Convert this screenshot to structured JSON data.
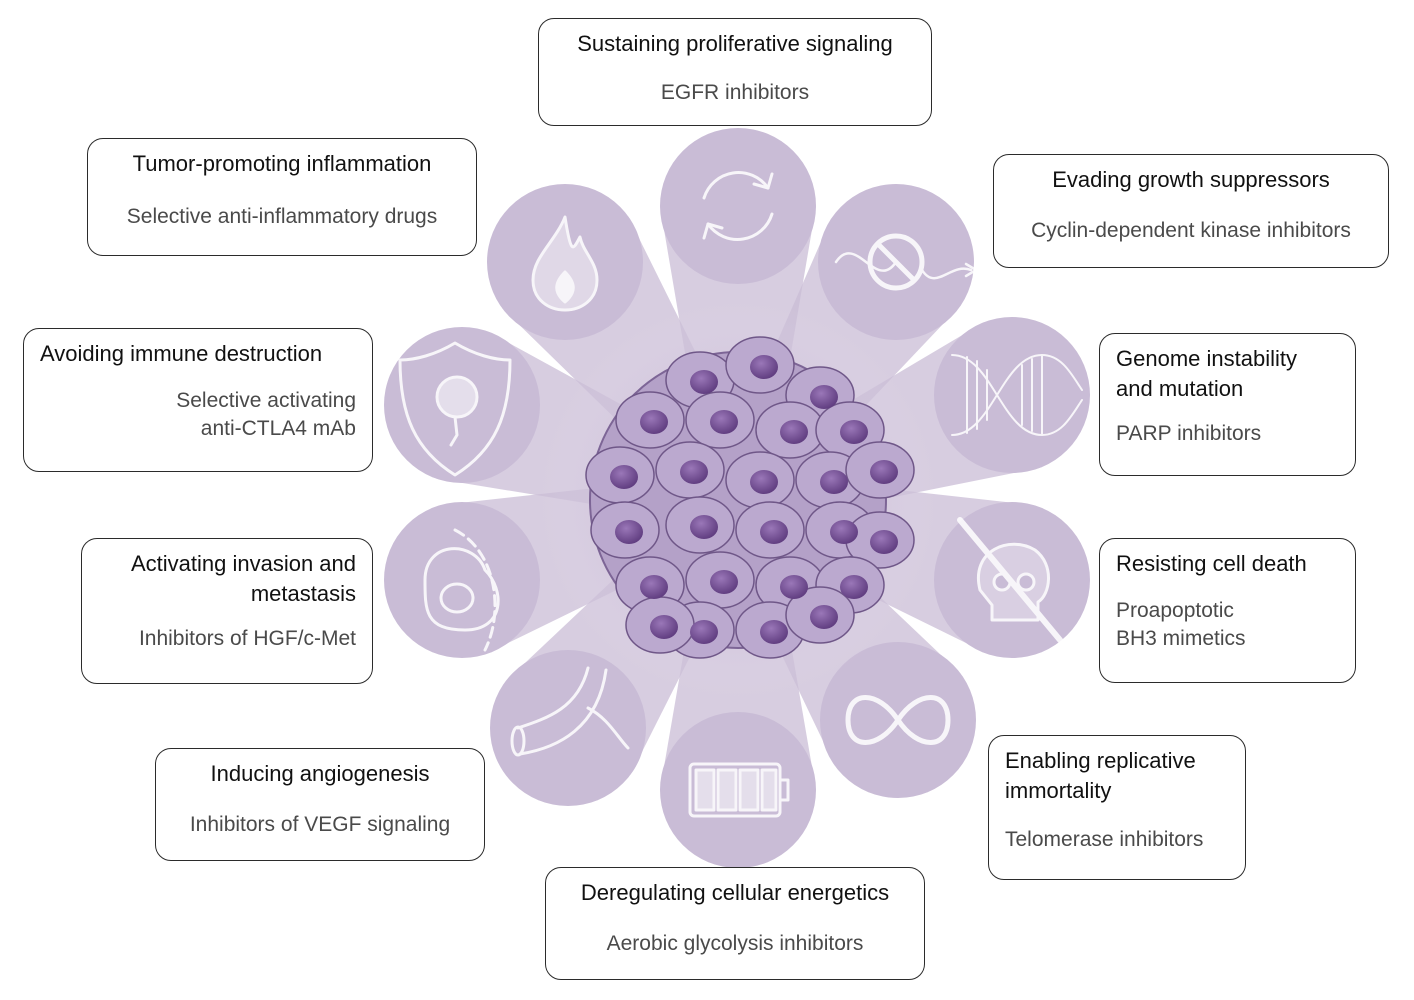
{
  "colors": {
    "petal": "#c9bcd6",
    "petal_fade": "#e9e3ef",
    "cell_body": "#b4a1c8",
    "nucleus": "#6e4a8f",
    "icon_stroke": "#ffffff",
    "border": "#2b2b2b"
  },
  "hallmarks": [
    {
      "title": "Sustaining proliferative signaling",
      "drug": "EGFR inhibitors",
      "icon": "cycle-arrows-icon"
    },
    {
      "title": "Evading growth suppressors",
      "drug": "Cyclin-dependent kinase inhibitors",
      "icon": "no-entry-icon"
    },
    {
      "title_lines": [
        "Genome instability",
        "and mutation"
      ],
      "drug": "PARP inhibitors",
      "icon": "dna-helix-icon"
    },
    {
      "title": "Resisting cell death",
      "drug_lines": [
        "Proapoptotic",
        "BH3 mimetics"
      ],
      "icon": "crossed-skull-icon"
    },
    {
      "title_lines": [
        "Enabling replicative",
        "immortality"
      ],
      "drug": "Telomerase inhibitors",
      "icon": "infinity-icon"
    },
    {
      "title": "Deregulating cellular energetics",
      "drug": "Aerobic glycolysis inhibitors",
      "icon": "battery-icon"
    },
    {
      "title": "Inducing angiogenesis",
      "drug": "Inhibitors of VEGF signaling",
      "icon": "blood-vessel-icon"
    },
    {
      "title_lines": [
        "Activating invasion and",
        "metastasis"
      ],
      "drug": "Inhibitors of HGF/c-Met",
      "icon": "invading-cell-icon"
    },
    {
      "title": "Avoiding immune destruction",
      "drug_lines": [
        "Selective activating",
        "anti-CTLA4 mAb"
      ],
      "icon": "shield-cell-icon"
    },
    {
      "title": "Tumor-promoting inflammation",
      "drug": "Selective anti-inflammatory drugs",
      "icon": "flame-icon"
    }
  ]
}
